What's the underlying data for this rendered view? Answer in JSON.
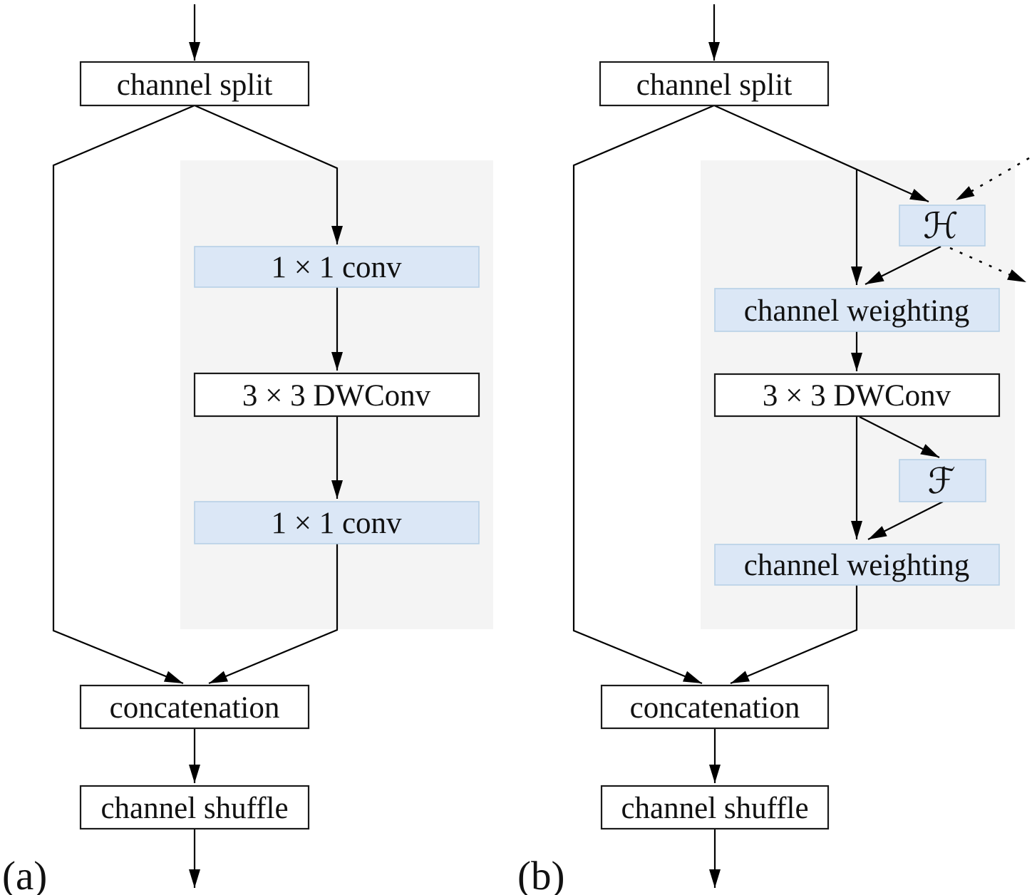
{
  "panel_a": {
    "label": "(a)",
    "nodes": {
      "channel_split": "channel split",
      "conv1": "1 × 1 conv",
      "dwconv": "3 × 3 DWConv",
      "conv2": "1 × 1 conv",
      "concatenation": "concatenation",
      "channel_shuffle": "channel shuffle"
    }
  },
  "panel_b": {
    "label": "(b)",
    "nodes": {
      "channel_split": "channel split",
      "hidden_state_function": "ℋ",
      "channel_weighting_1": "channel weighting",
      "dwconv": "3 × 3 DWConv",
      "fusion_function": "ℱ",
      "channel_weighting_2": "channel weighting",
      "concatenation": "concatenation",
      "channel_shuffle": "channel shuffle"
    }
  },
  "colors": {
    "highlight_fill": "#dbe7f6",
    "highlight_border": "#b7d0e6",
    "group_background": "#f4f4f4",
    "box_fill": "#ffffff",
    "box_border": "#1a1a1a",
    "line": "#000000"
  }
}
